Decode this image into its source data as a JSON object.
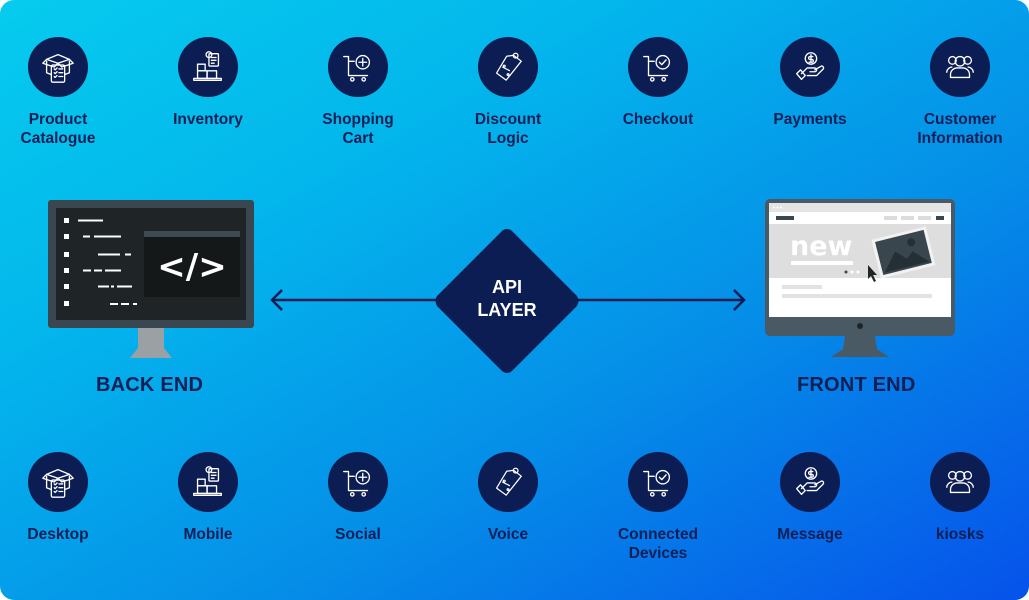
{
  "colors": {
    "background_gradient": [
      "#06cbee",
      "#03b6ec",
      "#058fe8",
      "#0652ea"
    ],
    "icon_circle": "#0c1d53",
    "label_text": "#0d1f55",
    "api_diamond": "#0c1d53",
    "monitor_dark": "#3a4650",
    "screen_dark": "#1f2427"
  },
  "top_row": {
    "items": [
      {
        "label": "Product\nCatalogue",
        "icon": "box-checklist-icon"
      },
      {
        "label": "Inventory",
        "icon": "inventory-boxes-icon"
      },
      {
        "label": "Shopping\nCart",
        "icon": "cart-plus-icon"
      },
      {
        "label": "Discount\nLogic",
        "icon": "discount-tag-icon"
      },
      {
        "label": "Checkout",
        "icon": "cart-check-icon"
      },
      {
        "label": "Payments",
        "icon": "hand-coin-icon"
      },
      {
        "label": "Customer\nInformation",
        "icon": "users-group-icon"
      }
    ]
  },
  "middle": {
    "back_end": {
      "title": "BACK END",
      "code_glyph": "</>"
    },
    "front_end": {
      "title": "FRONT END",
      "banner_text": "new"
    },
    "api_layer": {
      "label": "API\nLAYER"
    }
  },
  "bottom_row": {
    "items": [
      {
        "label": "Desktop",
        "icon": "box-checklist-icon"
      },
      {
        "label": "Mobile",
        "icon": "inventory-boxes-icon"
      },
      {
        "label": "Social",
        "icon": "cart-plus-icon"
      },
      {
        "label": "Voice",
        "icon": "discount-tag-icon"
      },
      {
        "label": "Connected\nDevices",
        "icon": "cart-check-icon"
      },
      {
        "label": "Message",
        "icon": "hand-coin-icon"
      },
      {
        "label": "kiosks",
        "icon": "users-group-icon"
      }
    ]
  }
}
